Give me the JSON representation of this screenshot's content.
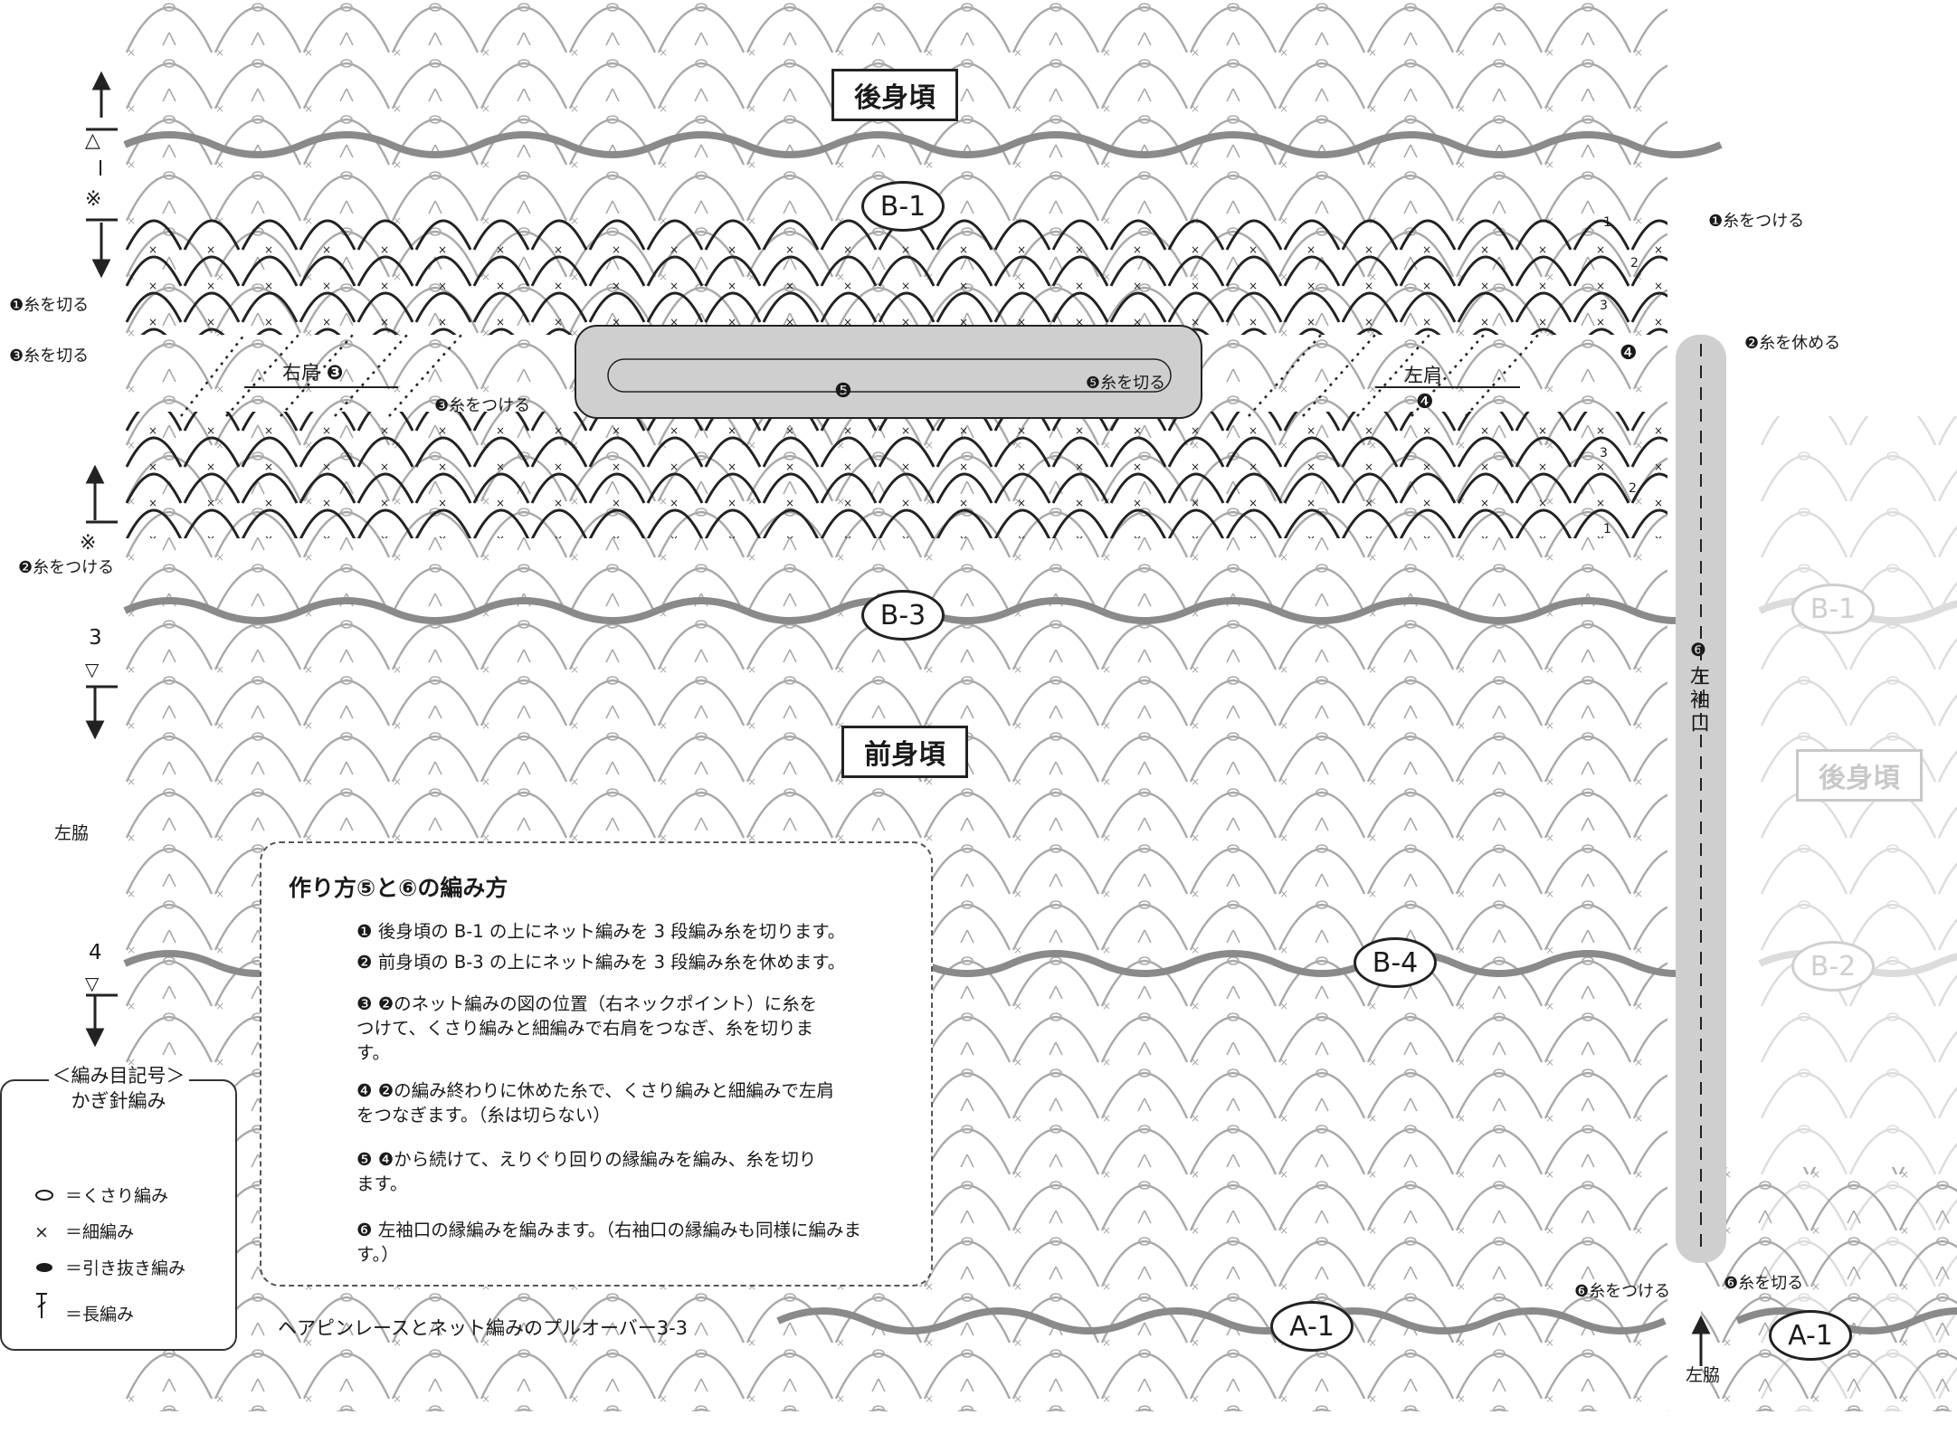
{
  "labels": {
    "back_body_top": "後身頃",
    "front_body": "前身頃",
    "back_body_right": "後身頃",
    "right_shoulder": "右肩",
    "left_shoulder": "左肩",
    "left_cuff": "左袖口",
    "left_side_1": "左脇",
    "left_side_2": "左脇",
    "marker_b1": "B-1",
    "marker_b3": "B-3",
    "marker_b4": "B-4",
    "marker_a1_left": "A-1",
    "marker_a1_right": "A-1",
    "marker_b1_faded": "B-1",
    "marker_b2_faded": "B-2",
    "caption": "ヘアピンレースとネット編みのプルオーバー3-3"
  },
  "side_notes": {
    "num_3": "3",
    "num_4": "4",
    "tri_up": "△",
    "tri_down_3": "▽",
    "tri_down_4": "▽",
    "l_mark": "l",
    "kome_1": "※",
    "kome_2": "※"
  },
  "thread_notes": [
    {
      "num": "❶",
      "text": "糸をつける"
    },
    {
      "num": "❶",
      "text": "糸を切る"
    },
    {
      "num": "❷",
      "text": "糸を休める"
    },
    {
      "num": "❷",
      "text": "糸をつける"
    },
    {
      "num": "❸",
      "text": "糸を切る"
    },
    {
      "num": "❸",
      "text": "糸をつける"
    },
    {
      "num": "❺",
      "text": "糸を切る"
    },
    {
      "num": "❻",
      "text": "糸をつける"
    },
    {
      "num": "❻",
      "text": "糸を切る"
    }
  ],
  "inline_step_marks": {
    "right_shoulder_num": "❸",
    "left_shoulder_num": "❹",
    "neck_num": "❺",
    "cuff_num": "❻",
    "left_row_2": "❹"
  },
  "row_arrows": [
    "1",
    "2",
    "3",
    "3",
    "2",
    "1"
  ],
  "instructions": {
    "title": "作り方⑤と⑥の編み方",
    "steps": [
      {
        "num": "❶",
        "text": "後身頃の B-1 の上にネット編みを 3 段編み糸を切ります。"
      },
      {
        "num": "❷",
        "text": "前身頃の B-3 の上にネット編みを 3 段編み糸を休めます。"
      },
      {
        "num": "❸",
        "text": "❷のネット編みの図の位置（右ネックポイント）に糸をつけて、くさり編みと細編みで右肩をつなぎ、糸を切ります。"
      },
      {
        "num": "❹",
        "text": "❷の編み終わりに休めた糸で、くさり編みと細編みで左肩をつなぎます。（糸は切らない）"
      },
      {
        "num": "❺",
        "text": "❹から続けて、えりぐり回りの縁編みを編み、糸を切ります。"
      },
      {
        "num": "❻",
        "text": "左袖口の縁編みを編みます。（右袖口の縁編みも同様に編みます。）"
      }
    ]
  },
  "legend": {
    "title_line1": "＜編み目記号＞",
    "title_line2": "かぎ針編み",
    "items": [
      {
        "icon": "chain-stitch-icon",
        "label": "＝くさり編み"
      },
      {
        "icon": "single-crochet-icon",
        "label": "＝細編み"
      },
      {
        "icon": "slip-stitch-icon",
        "label": "＝引き抜き編み"
      },
      {
        "icon": "double-crochet-icon",
        "label": "＝長編み"
      }
    ]
  },
  "colors": {
    "pattern_gray": "#a9a9a9",
    "band_gray": "#8a8a8a",
    "ink": "#1a1a1a",
    "highlight_fill": "#cfcfcf",
    "faded": "#d8d8d8"
  }
}
